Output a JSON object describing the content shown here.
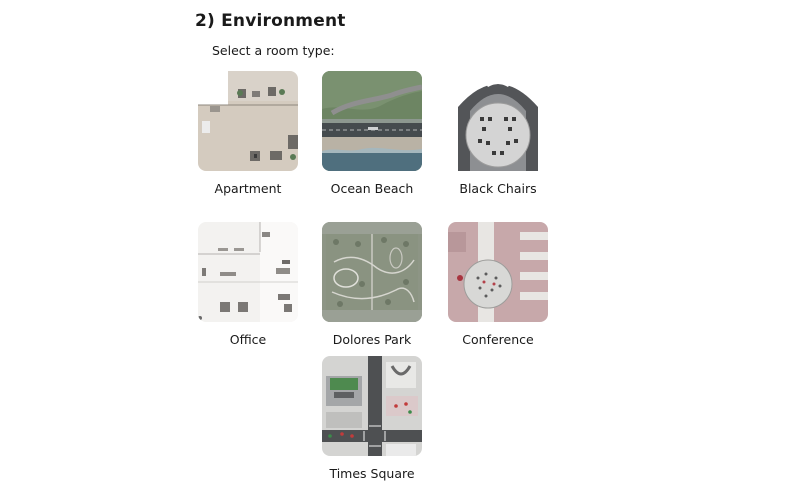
{
  "environment": {
    "title": "2) Environment",
    "prompt": "Select a room type:"
  },
  "rooms": [
    {
      "label": "Apartment",
      "icon": "apartment-floorplan-icon"
    },
    {
      "label": "Ocean Beach",
      "icon": "ocean-beach-map-icon"
    },
    {
      "label": "Black Chairs",
      "icon": "black-chairs-auditorium-icon"
    },
    {
      "label": "Office",
      "icon": "office-floorplan-icon"
    },
    {
      "label": "Dolores Park",
      "icon": "dolores-park-map-icon"
    },
    {
      "label": "Conference",
      "icon": "conference-hall-icon"
    },
    {
      "label": "Times Square",
      "icon": "times-square-map-icon"
    }
  ]
}
